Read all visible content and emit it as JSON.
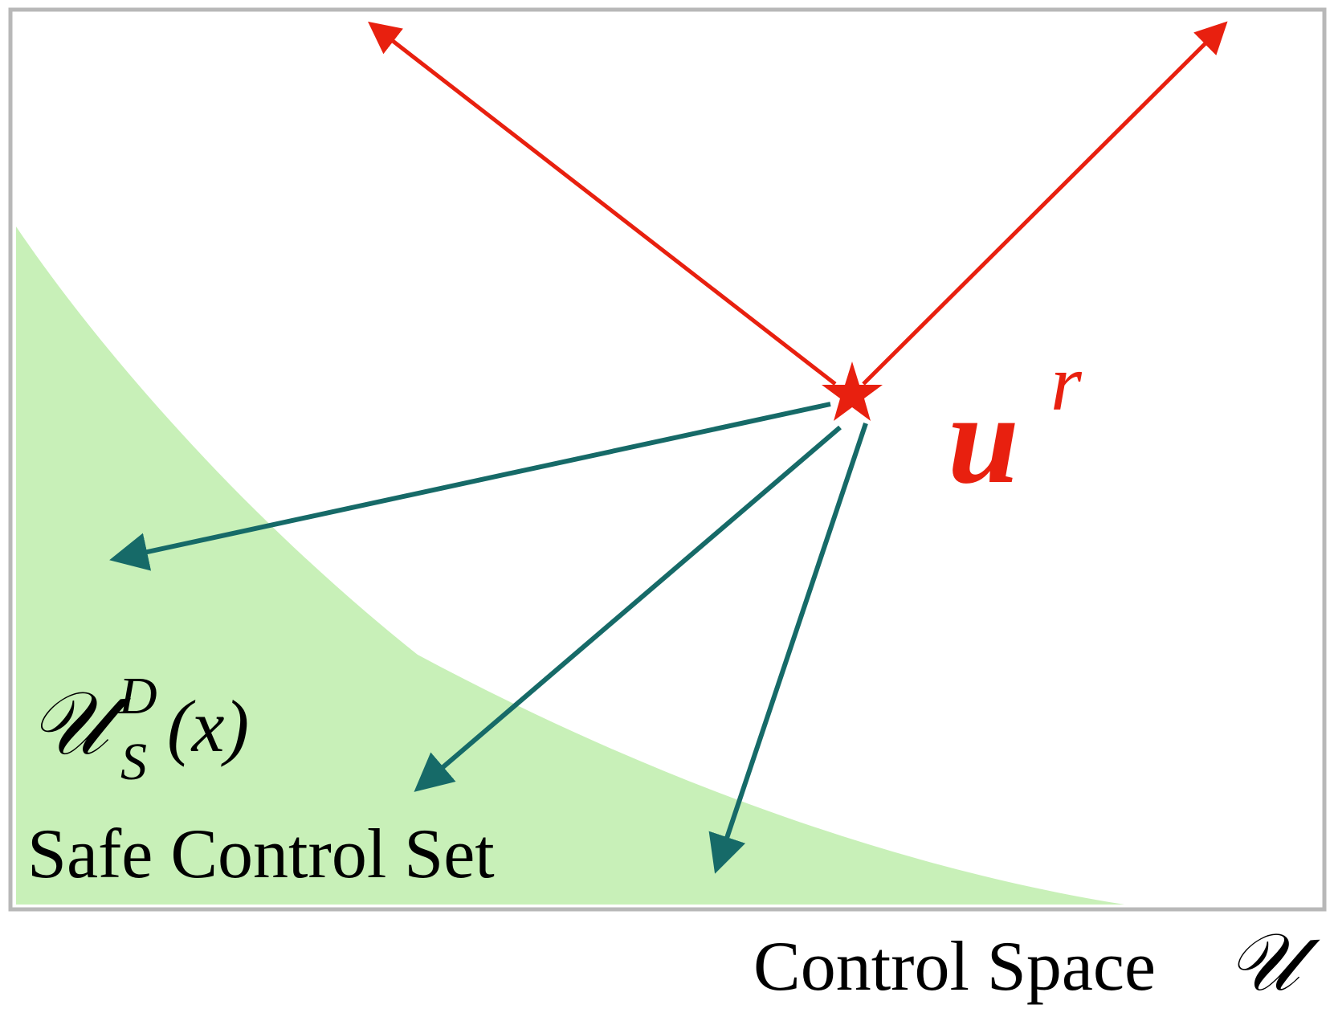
{
  "diagram": {
    "reference_control": {
      "base": "u",
      "superscript": "r",
      "color": "#e8200f"
    },
    "safe_set": {
      "script_letter": "𝒰",
      "superscript": "D",
      "subscript": "S",
      "argument": "(x)",
      "label": "Safe Control Set",
      "fill_color": "#c8f0b8"
    },
    "control_space": {
      "label": "Control Space",
      "symbol": "𝒰",
      "border_color": "#b8b8b8"
    },
    "unsafe_arrow_color": "#e8200f",
    "safe_arrow_color": "#166a68"
  }
}
